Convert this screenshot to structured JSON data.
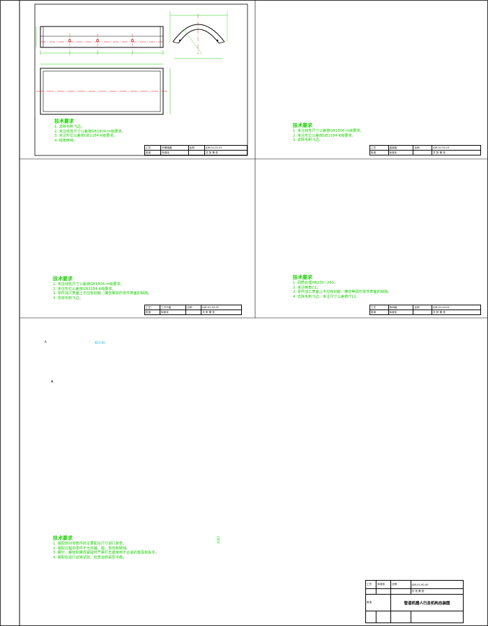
{
  "notes": {
    "heading": "技术要求",
    "panel1": [
      "1. 去除毛刺飞边。",
      "2. 未注线性尺寸公差按GB1804-m级要求。",
      "3. 未注形位公差按GB1184-K级要求。",
      "4. 锐角倒钝。"
    ],
    "panel2": [
      "1. 未注线性尺寸公差按GB1804-m级要求。",
      "2. 未注形位公差按GB1184-K级要求。",
      "3. 去除毛刺飞边。"
    ],
    "panel3": [
      "1. 未注线性尺寸公差按GB1804-m级要求。",
      "2. 未注形位公差按GB1184-K级要求。",
      "3. 零件加工表面上不应有划痕、擦伤等损伤零件表面的缺陷。",
      "4. 去除毛刺飞边。"
    ],
    "panel4": [
      "1. 调质处理HB230~260。",
      "2. 未注倒角C1。",
      "3. 零件加工表面上不应有划痕、擦伤等损伤零件表面的缺陷。",
      "4. 去除毛刺飞边，未注尺寸公差按IT12。"
    ],
    "panel5": [
      "1. 装配前对零部件的主要配合尺寸进行复查。",
      "2. 装配过程中零件不允许磕、碰、划伤和锈蚀。",
      "3. 螺钉、螺栓和螺母紧固时严禁打击或使用不合适的旋具和扳手。",
      "4. 装配后进行运转试验，检查运转是否平稳。"
    ]
  },
  "title_blocks": {
    "common": {
      "process": "工艺",
      "approve": "批准",
      "std": "标准化",
      "scale_label": "比例",
      "sheet_label": "共 张 第 张"
    },
    "panel1": {
      "name": "外筒端盖",
      "code": "JQR-01-01-01"
    },
    "panel2": {
      "name": "连接板",
      "code": "JQR-01-02-01"
    },
    "panel3": {
      "name": "三爪卡盘",
      "code": "JQR-01-03-01"
    },
    "panel4": {
      "name": "传动轴",
      "code": "JQR-01-04-01"
    },
    "panel5": {
      "name": "管道机器人行走机构总装图",
      "code": "JQR-01-00-00"
    }
  },
  "labels": {
    "datum_a": "A",
    "dim_height": "1087",
    "blue_tag": "Φ23-60"
  },
  "colors": {
    "green": "#19d000",
    "red": "#e00000",
    "blue": "#1e6bff",
    "cyan": "#00b8e0",
    "black": "#000000"
  }
}
